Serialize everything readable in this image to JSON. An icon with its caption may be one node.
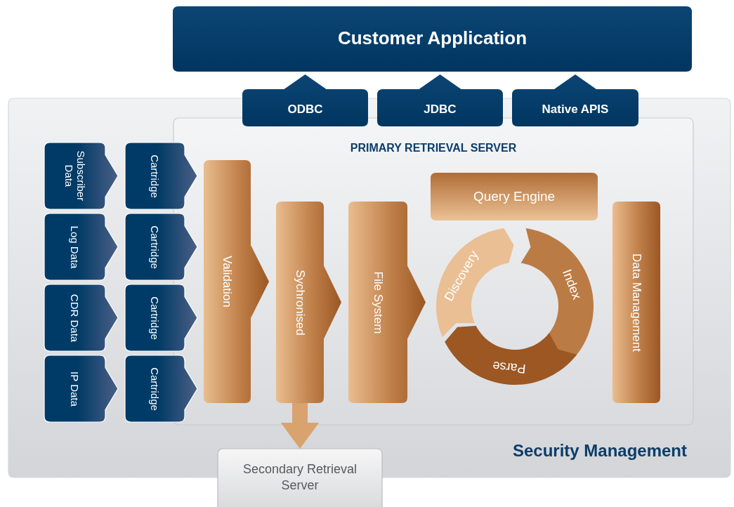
{
  "diagram": {
    "nodes": [
      {
        "text": [
          "Customer Application"
        ]
      },
      {
        "text": [
          "ODBC"
        ]
      },
      {
        "text": [
          "JDBC"
        ]
      },
      {
        "text": [
          "Native APIS"
        ]
      },
      {
        "text": [
          "Security Management"
        ]
      },
      {
        "text": [
          "PRIMARY RETRIEVAL SERVER"
        ],
        "in": 4
      },
      {
        "text": [
          "Subscriber Data"
        ],
        "in": 4
      },
      {
        "text": [
          "Cartridge"
        ],
        "in": 4
      },
      {
        "text": [
          "Log Data"
        ],
        "in": 4
      },
      {
        "text": [
          "Cartridge"
        ],
        "in": 4
      },
      {
        "text": [
          "CDR Data"
        ],
        "in": 4
      },
      {
        "text": [
          "Cartridge"
        ],
        "in": 4
      },
      {
        "text": [
          "IP Data"
        ],
        "in": 4
      },
      {
        "text": [
          "Cartridge"
        ],
        "in": 4
      },
      {
        "text": [
          "Validation"
        ],
        "in": 5
      },
      {
        "text": [
          "Sychronised"
        ],
        "in": 5
      },
      {
        "text": [
          "File System"
        ],
        "in": 5
      },
      {
        "text": [
          "Query Engine"
        ],
        "in": 5
      },
      {
        "text": [
          "Discovery"
        ],
        "in": 5
      },
      {
        "text": [
          "Index"
        ],
        "in": 5
      },
      {
        "text": [
          "Parse"
        ],
        "in": 5
      },
      {
        "text": [
          "Data Management"
        ],
        "in": 5
      },
      {
        "text": [
          "Secondary Retrieval Server"
        ]
      }
    ],
    "edges": [
      {
        "from": 15,
        "to": 22,
        "arrow": "to"
      }
    ]
  }
}
